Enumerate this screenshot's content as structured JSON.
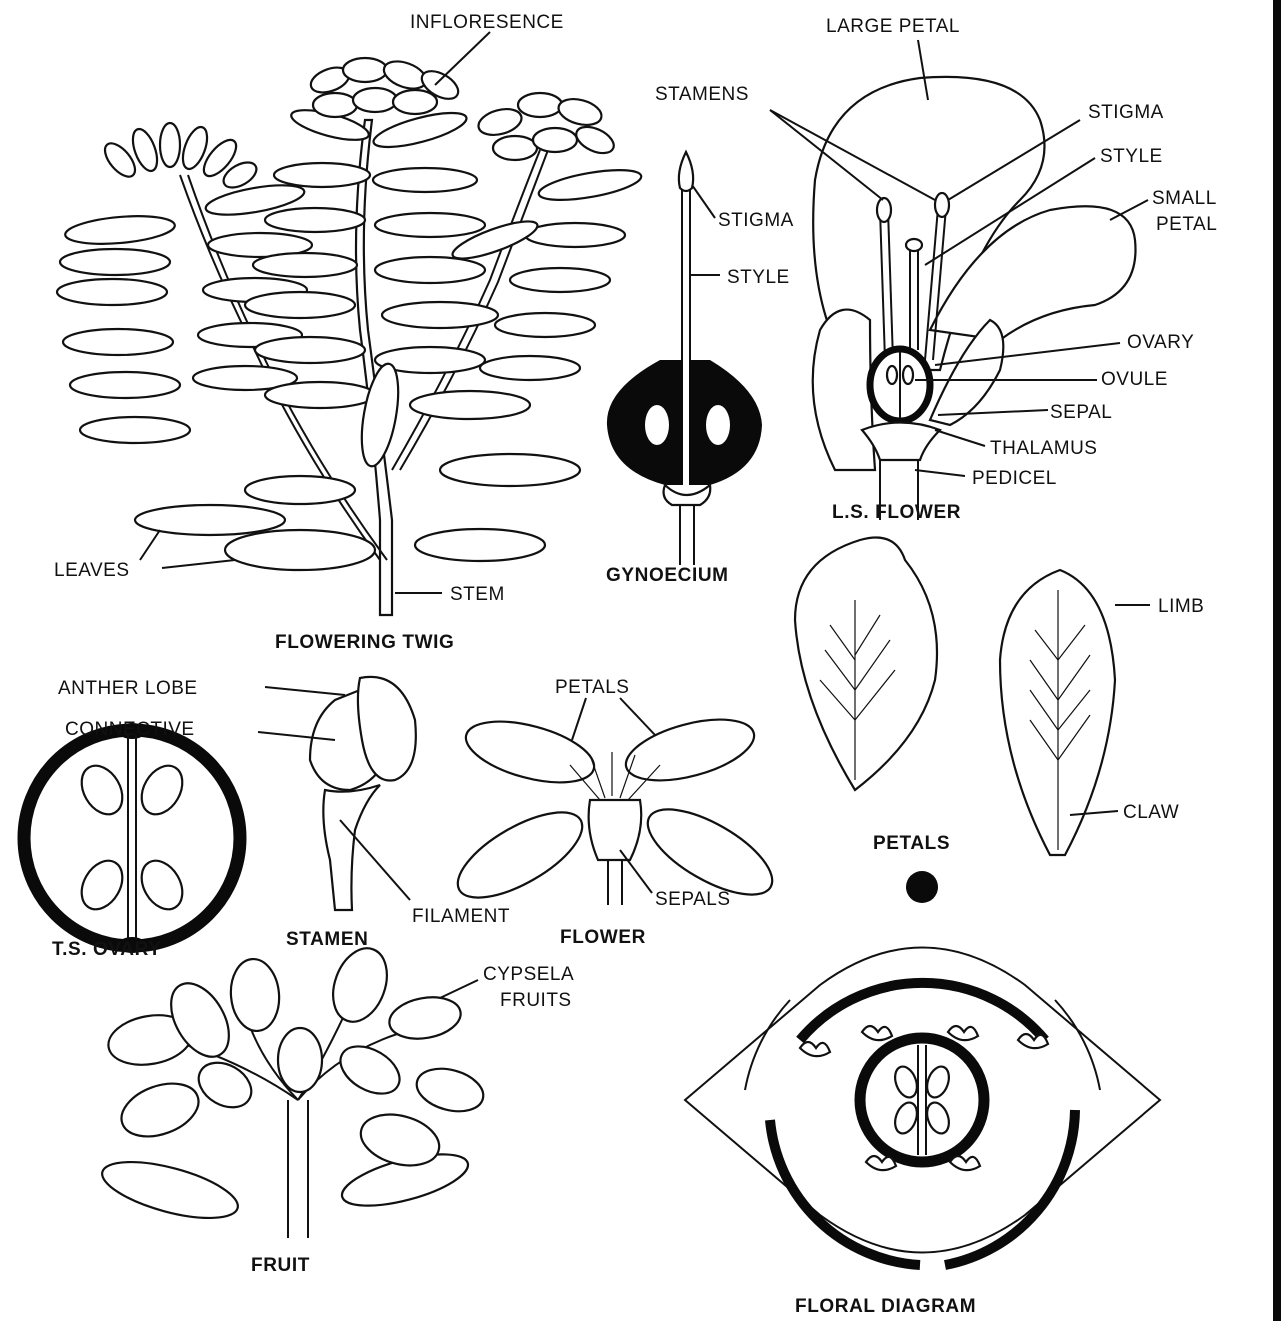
{
  "labels": {
    "infloresence": "INFLORESENCE",
    "large_petal": "LARGE PETAL",
    "stamens": "STAMENS",
    "stigma_ls": "STIGMA",
    "style_ls": "STYLE",
    "small_petal_1": "SMALL",
    "small_petal_2": "PETAL",
    "ovary": "OVARY",
    "ovule": "OVULE",
    "sepal": "SEPAL",
    "thalamus": "THALAMUS",
    "pedicel": "PEDICEL",
    "stigma_g": "STIGMA",
    "style_g": "STYLE",
    "leaves": "LEAVES",
    "stem": "STEM",
    "limb": "LIMB",
    "claw": "CLAW",
    "anther_lobe": "ANTHER LOBE",
    "connective": "CONNECTIVE",
    "petals_flower": "PETALS",
    "sepals": "SEPALS",
    "filament": "FILAMENT",
    "cypsela_1": "CYPSELA",
    "cypsela_2": "FRUITS",
    "petals_floral": "PETALS"
  },
  "captions": {
    "flowering_twig": "FLOWERING TWIG",
    "gynoecium": "GYNOECIUM",
    "ls_flower": "L.S. FLOWER",
    "ts_ovary": "T.S. OVARY",
    "stamen": "STAMEN",
    "flower": "FLOWER",
    "fruit": "FRUIT",
    "floral_diagram": "FLORAL DIAGRAM"
  }
}
